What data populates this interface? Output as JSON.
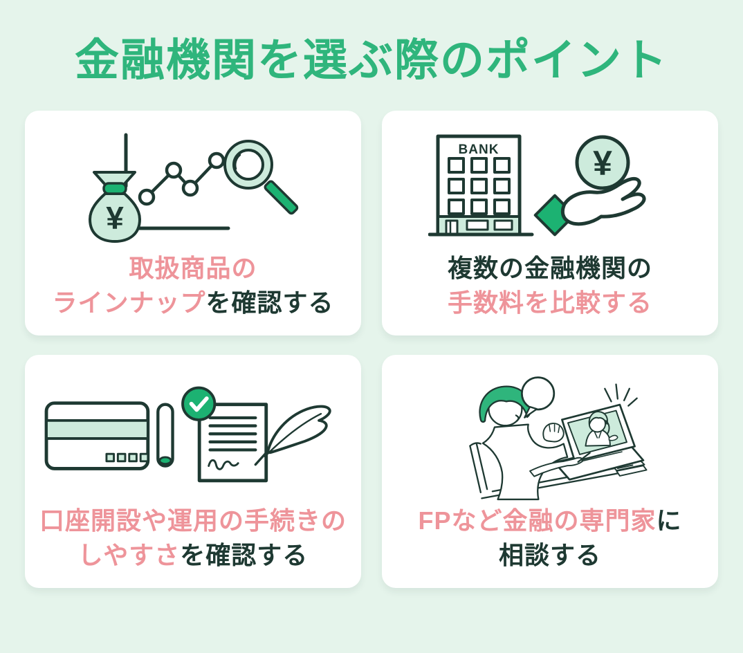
{
  "page": {
    "title": "金融機関を選ぶ際のポイント"
  },
  "colors": {
    "background": "#E5F4EB",
    "card_background": "#FFFFFF",
    "title_green": "#2FB57C",
    "accent_green": "#1CB272",
    "light_green": "#CDEBDC",
    "highlight_pink": "#EE949A",
    "outline_dark": "#1E3932"
  },
  "icon_labels": {
    "bank_sign": "BANK",
    "yen_symbol": "¥"
  },
  "cards": [
    {
      "name": "product-lineup",
      "icon": "moneybag-chart-magnifier-icon",
      "lines": [
        {
          "pink": "取扱商品の",
          "dark": ""
        },
        {
          "pink": "ラインナップ",
          "dark": "を確認する"
        }
      ]
    },
    {
      "name": "compare-fees",
      "icon": "bank-hand-coin-icon",
      "lines": [
        {
          "pink": "",
          "dark": "複数の金融機関の"
        },
        {
          "pink": "手数料を比較する",
          "dark": ""
        }
      ]
    },
    {
      "name": "procedure-ease",
      "icon": "bankcard-stamp-contract-icon",
      "lines": [
        {
          "pink": "口座開設や運用の手続きの",
          "dark": ""
        },
        {
          "pink": "しやすさ",
          "dark": "を確認する"
        }
      ]
    },
    {
      "name": "consult-expert",
      "icon": "video-consultation-icon",
      "lines": [
        {
          "pink": "FPなど金融の専門家",
          "dark": "に"
        },
        {
          "pink": "",
          "dark": "相談する"
        }
      ]
    }
  ]
}
